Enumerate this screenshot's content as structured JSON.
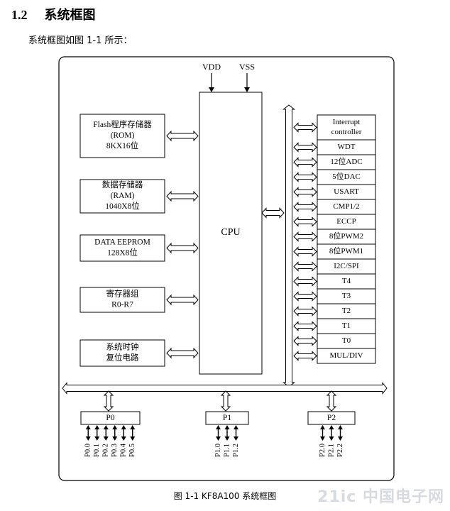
{
  "section": {
    "number": "1.2",
    "title": "系统框图"
  },
  "intro_text": "系统框图如图 1-1 所示：",
  "caption": "图 1-1 KF8A100 系统框图",
  "watermark": "21ic 中国电子网",
  "diagram": {
    "power": {
      "vdd": "VDD",
      "vss": "VSS"
    },
    "cpu_label": "CPU",
    "memory_blocks": [
      {
        "lines": [
          "Flash程序存储器",
          "(ROM)",
          "8KX16位"
        ]
      },
      {
        "lines": [
          "数据存储器",
          "(RAM)",
          "1040X8位"
        ]
      },
      {
        "lines": [
          "DATA EEPROM",
          "128X8位"
        ]
      },
      {
        "lines": [
          "寄存器组",
          "R0-R7"
        ]
      },
      {
        "lines": [
          "系统时钟",
          "复位电路"
        ]
      }
    ],
    "peripherals": [
      {
        "lines": [
          "Interrupt",
          "controller"
        ]
      },
      {
        "lines": [
          "WDT"
        ]
      },
      {
        "lines": [
          "12位ADC"
        ]
      },
      {
        "lines": [
          "5位DAC"
        ]
      },
      {
        "lines": [
          "USART"
        ]
      },
      {
        "lines": [
          "CMP1/2"
        ]
      },
      {
        "lines": [
          "ECCP"
        ]
      },
      {
        "lines": [
          "8位PWM2"
        ]
      },
      {
        "lines": [
          "8位PWM1"
        ]
      },
      {
        "lines": [
          "I2C/SPI"
        ]
      },
      {
        "lines": [
          "T4"
        ]
      },
      {
        "lines": [
          "T3"
        ]
      },
      {
        "lines": [
          "T2"
        ]
      },
      {
        "lines": [
          "T1"
        ]
      },
      {
        "lines": [
          "T0"
        ]
      },
      {
        "lines": [
          "MUL/DIV"
        ]
      }
    ],
    "ports": [
      {
        "name": "P0",
        "pins": [
          "P0.0",
          "P0.1",
          "P0.2",
          "P0.3",
          "P0.4",
          "P0.5"
        ]
      },
      {
        "name": "P1",
        "pins": [
          "P1.0",
          "P1.1",
          "P1.2"
        ]
      },
      {
        "name": "P2",
        "pins": [
          "P2.0",
          "P2.1",
          "P2.2"
        ]
      }
    ]
  }
}
